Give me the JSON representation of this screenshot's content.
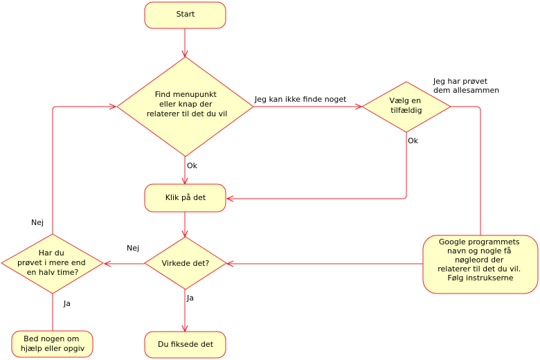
{
  "colors": {
    "stroke": "#e8242e",
    "fill": "#ffffc8",
    "text": "#000000"
  },
  "nodes": {
    "start": "Start",
    "find": [
      "Find menupunkt",
      "eller knap der",
      "relaterer til det du vil"
    ],
    "choose": [
      "Vælg en",
      "tilfældig"
    ],
    "click": "Klik på det",
    "worked": "Virkede det?",
    "tried": [
      "Har du",
      "prøvet i mere end",
      "en halv time?"
    ],
    "google": [
      "Google programmets",
      "navn og nogle få",
      "nøgleord der",
      "relaterer til det du vil.",
      "Følg instrukserne"
    ],
    "ask": [
      "Bed nogen om",
      "hjælp eller opgiv"
    ],
    "fixed": "Du fiksede det"
  },
  "edge_labels": {
    "cant_find": "Jeg kan ikke finde noget",
    "tried_all": [
      "Jeg har prøvet",
      "dem allesammen"
    ],
    "ok_find": "Ok",
    "ok_choose": "Ok",
    "nej_worked": "Nej",
    "nej_tried": "Nej",
    "ja_worked": "Ja",
    "ja_tried": "Ja"
  }
}
